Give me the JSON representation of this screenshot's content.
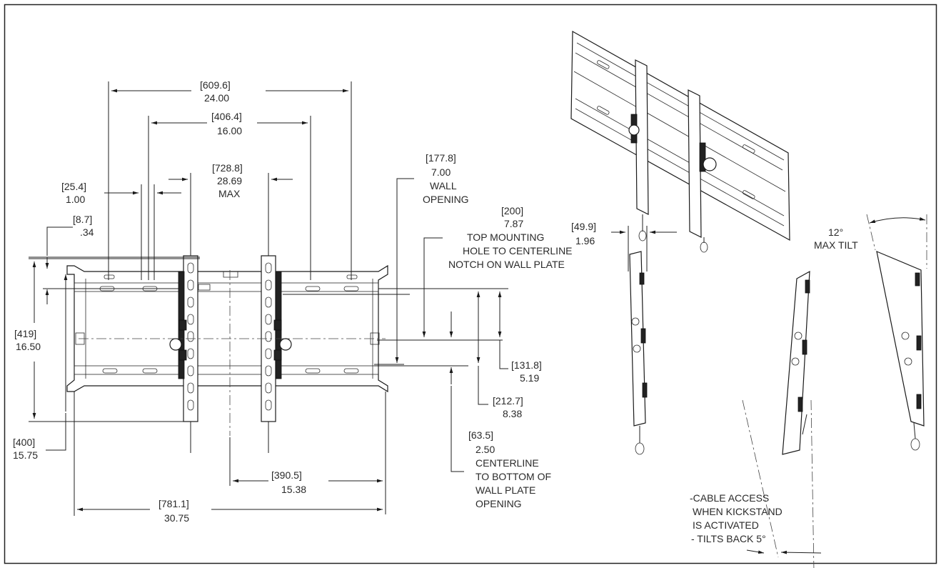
{
  "drawing": {
    "width_top": {
      "mm": "[609.6]",
      "in": "24.00"
    },
    "width_inner": {
      "mm": "[406.4]",
      "in": "16.00"
    },
    "screen_width": {
      "mm": "[728.8]",
      "in": "28.69",
      "note": "MAX"
    },
    "slot_gap": {
      "mm": "[25.4]",
      "in": "1.00"
    },
    "top_offset": {
      "mm": "[8.7]",
      "in": ".34"
    },
    "wall_opening": {
      "mm": "[177.8]",
      "in": "7.00",
      "line1": "WALL",
      "line2": "OPENING"
    },
    "top_hole": {
      "mm": "[200]",
      "in": "7.87",
      "line1": "TOP MOUNTING",
      "line2": "HOLE TO CENTERLINE",
      "line3": "NOTCH ON WALL PLATE"
    },
    "height_outer": {
      "mm": "[419]",
      "in": "16.50"
    },
    "height_plate": {
      "mm": "[400]",
      "in": "15.75"
    },
    "dim_131": {
      "mm": "[131.8]",
      "in": "5.19"
    },
    "dim_212": {
      "mm": "[212.7]",
      "in": "8.38"
    },
    "centerline_bottom": {
      "mm": "[63.5]",
      "in": "2.50",
      "line1": "CENTERLINE",
      "line2": "TO BOTTOM OF",
      "line3": "WALL PLATE",
      "line4": "OPENING"
    },
    "bottom_mid": {
      "mm": "[390.5]",
      "in": "15.38"
    },
    "bottom_total": {
      "mm": "[781.1]",
      "in": "30.75"
    },
    "depth": {
      "mm": "[49.9]",
      "in": "1.96"
    },
    "tilt": {
      "deg": "12°",
      "label": "MAX TILT"
    },
    "note": {
      "line1": "-CABLE ACCESS",
      "line2": "WHEN KICKSTAND",
      "line3": "IS ACTIVATED",
      "line4": "- TILTS BACK 5°"
    }
  }
}
